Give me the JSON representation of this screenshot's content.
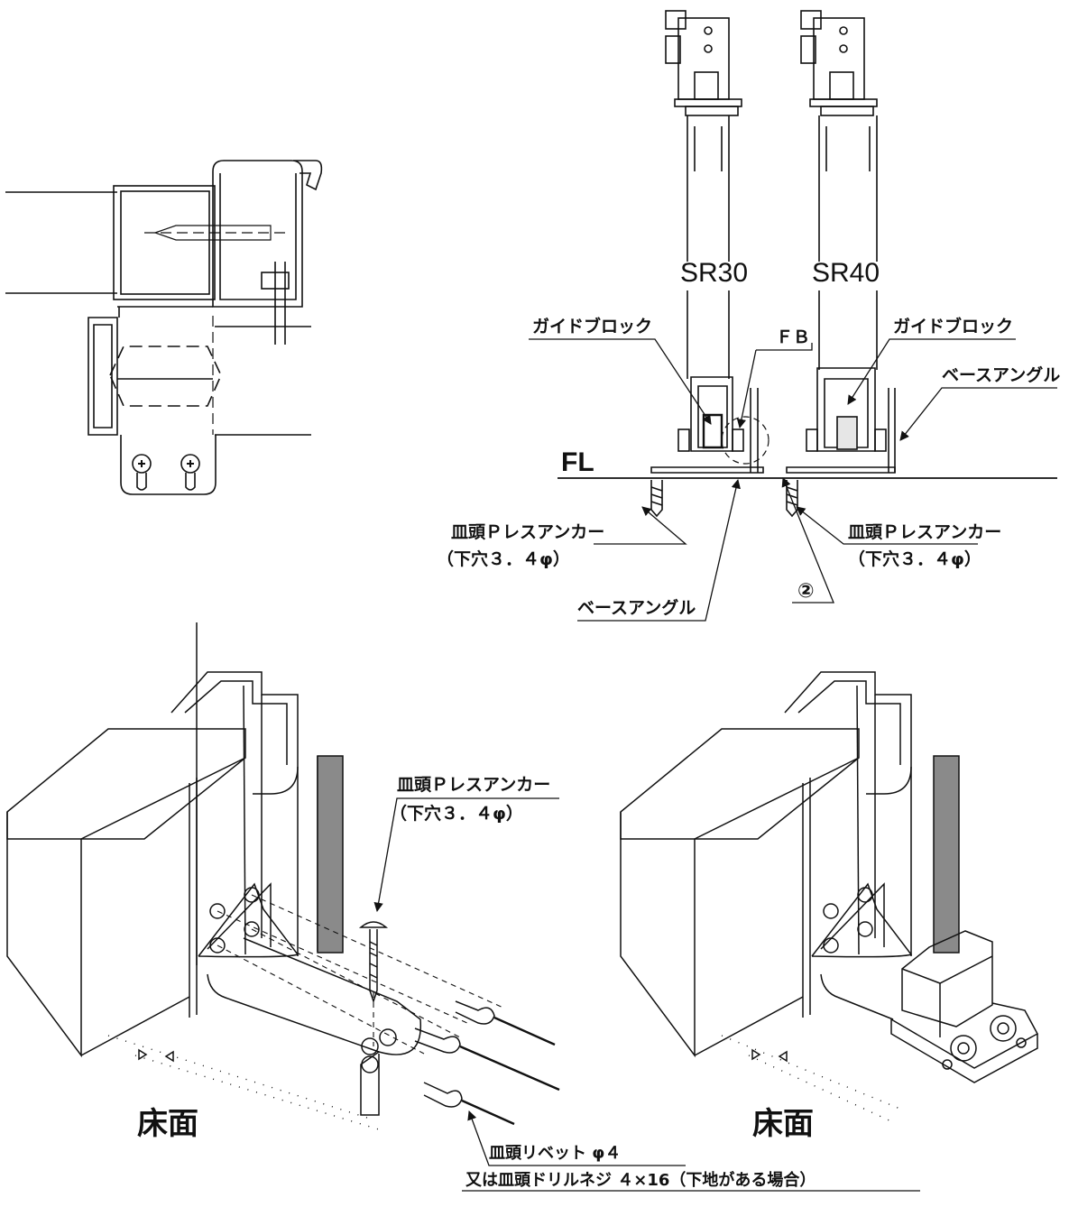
{
  "models": {
    "left": "SR30",
    "right": "SR40"
  },
  "floor_level": "FL",
  "labels": {
    "guide_block_left": "ガイドブロック",
    "guide_block_right": "ガイドブロック",
    "fb": "ＦＢ",
    "base_angle_right": "ベースアングル",
    "base_angle_bottom": "ベースアングル",
    "anchor_left": "皿頭Ｐレスアンカー",
    "anchor_left_hole": "（下穴３．４φ）",
    "anchor_right": "皿頭Ｐレスアンカー",
    "anchor_right_hole": "（下穴３．４φ）",
    "detail_ref": "②",
    "anchor_3d": "皿頭Ｐレスアンカー",
    "anchor_3d_hole": "（下穴３．４φ）",
    "floor_left": "床面",
    "floor_right": "床面",
    "rivet": "皿頭リベット φ４",
    "rivet_alt": "又は皿頭ドリルネジ ４×16（下地がある場合）"
  }
}
